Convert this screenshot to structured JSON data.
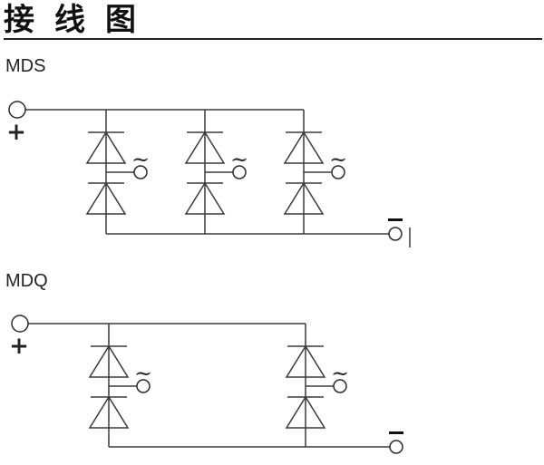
{
  "header": {
    "title": "接线图"
  },
  "diagrams": [
    {
      "label": "MDS",
      "positive_label": "+",
      "negative_label": "−",
      "ac_label": "~",
      "phases": 3
    },
    {
      "label": "MDQ",
      "positive_label": "+",
      "negative_label": "−",
      "ac_label": "~",
      "phases": 2
    }
  ],
  "colors": {
    "line": "#3a3a3a",
    "text": "#111111"
  }
}
